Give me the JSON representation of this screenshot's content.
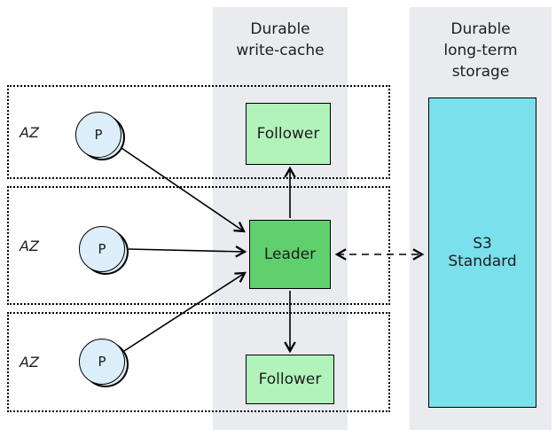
{
  "diagram": {
    "columns": {
      "write_cache": {
        "title": "Durable\nwrite-cache"
      },
      "long_term": {
        "title": "Durable\nlong-term\nstorage"
      }
    },
    "zones": [
      {
        "label": "AZ",
        "producer": "P"
      },
      {
        "label": "AZ",
        "producer": "P"
      },
      {
        "label": "AZ",
        "producer": "P"
      }
    ],
    "nodes": {
      "follower_top": "Follower",
      "leader": "Leader",
      "follower_bottom": "Follower",
      "s3": "S3\nStandard"
    },
    "colors": {
      "band": "#e9ebee",
      "follower": "#b2f2bb",
      "leader": "#5fd06d",
      "s3": "#7ae1ec",
      "producer": "#dceef9",
      "stroke": "#000000",
      "text": "#1e1e1e"
    }
  }
}
